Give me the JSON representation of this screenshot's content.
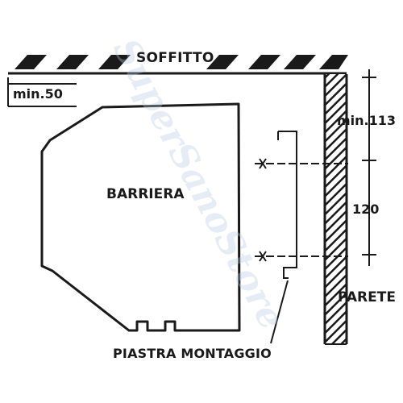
{
  "diagram": {
    "labels": {
      "ceiling": "SOFFITTO",
      "min_side": "min.50",
      "barrier": "BARRIERA",
      "min_top": "min.113",
      "spacing": "120",
      "wall": "PARETE",
      "mounting_plate": "PIASTRA MONTAGGIO"
    },
    "watermark": "SuperSanoStore"
  },
  "colors": {
    "line": "#1a1a1a",
    "watermark": "#b9cbe4",
    "background": "#ffffff"
  }
}
